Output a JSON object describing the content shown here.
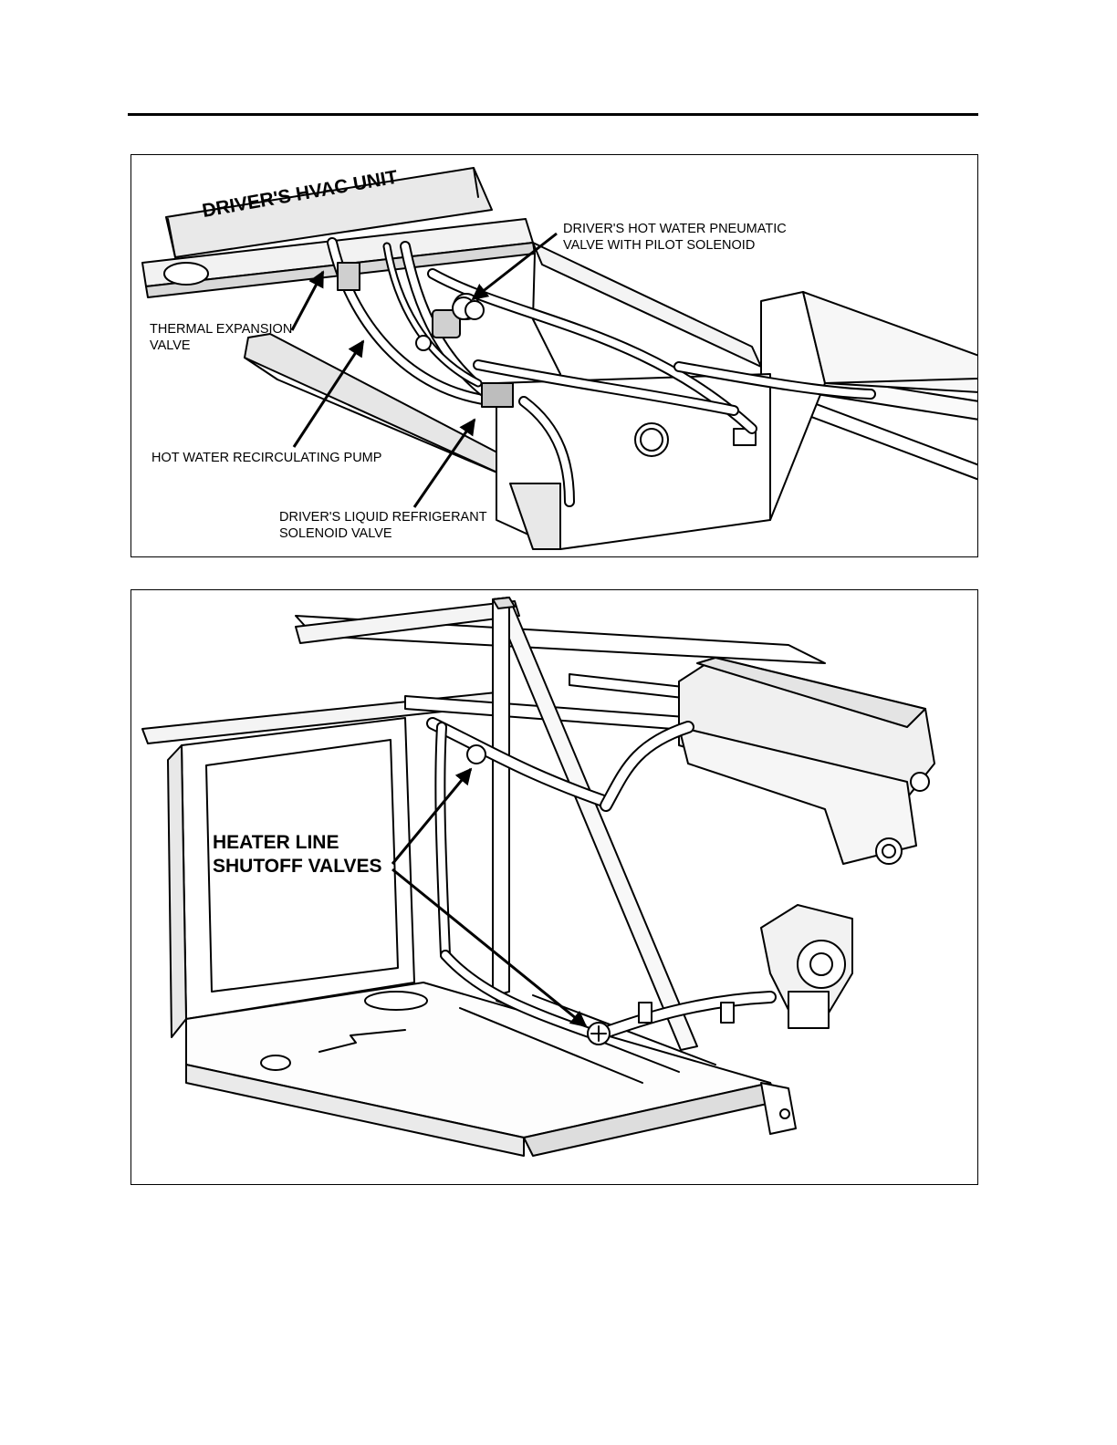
{
  "top_figure": {
    "unit_title": "DRIVER'S HVAC UNIT",
    "labels": {
      "pneumatic_valve": "DRIVER'S HOT WATER PNEUMATIC\nVALVE WITH PILOT SOLENOID",
      "thermal_expansion": "THERMAL EXPANSION\nVALVE",
      "recirculating_pump": "HOT WATER RECIRCULATING PUMP",
      "liquid_solenoid": "DRIVER'S LIQUID REFRIGERANT\nSOLENOID VALVE"
    }
  },
  "bottom_figure": {
    "labels": {
      "shutoff_valves": "HEATER LINE\nSHUTOFF VALVES"
    }
  }
}
